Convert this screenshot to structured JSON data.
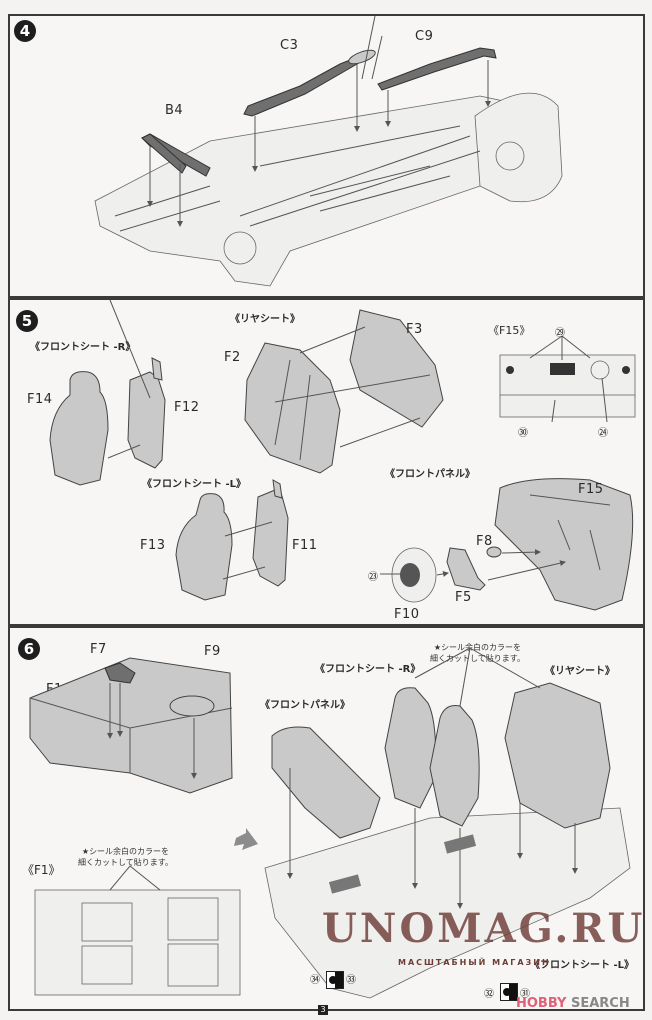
{
  "page": {
    "number": "3"
  },
  "steps": [
    {
      "number": "4",
      "parts": [
        "C3",
        "C9",
        "B4"
      ]
    },
    {
      "number": "5",
      "groups": {
        "front_seat_r": "《フロントシート -R》",
        "rear_seat": "《リヤシート》",
        "front_seat_l": "《フロントシート -L》",
        "front_panel": "《フロントパネル》",
        "f15_detail": "《F15》"
      },
      "parts": {
        "f14": "F14",
        "f12": "F12",
        "f2": "F2",
        "f3": "F3",
        "f13": "F13",
        "f11": "F11",
        "f15": "F15",
        "f8": "F8",
        "f5": "F5",
        "f10": "F10"
      },
      "decals": {
        "d29": "㉙",
        "d30": "㉚",
        "d24": "㉔",
        "d23": "㉓"
      }
    },
    {
      "number": "6",
      "parts": {
        "f7": "F7",
        "f9": "F9",
        "f1": "F1"
      },
      "groups": {
        "f1_detail": "《F1》",
        "front_panel": "《フロントパネル》",
        "front_seat_r": "《フロントシート -R》",
        "rear_seat": "《リヤシート》",
        "front_seat_l": "《フロントシート -L》"
      },
      "note_line1": "★シール余白のカラーを",
      "note_line2": "細くカットして貼ります。",
      "decals": {
        "d34": "㉞",
        "d33": "㉝",
        "d32": "㉜",
        "d31": "㉛"
      }
    }
  ],
  "watermark": {
    "main": "UNOMAG.RU",
    "sub": "МАСШТАБНЫЙ МАГАЗИН"
  },
  "source_logo": {
    "brand": "HOBBY",
    "suffix": "SEARCH"
  }
}
